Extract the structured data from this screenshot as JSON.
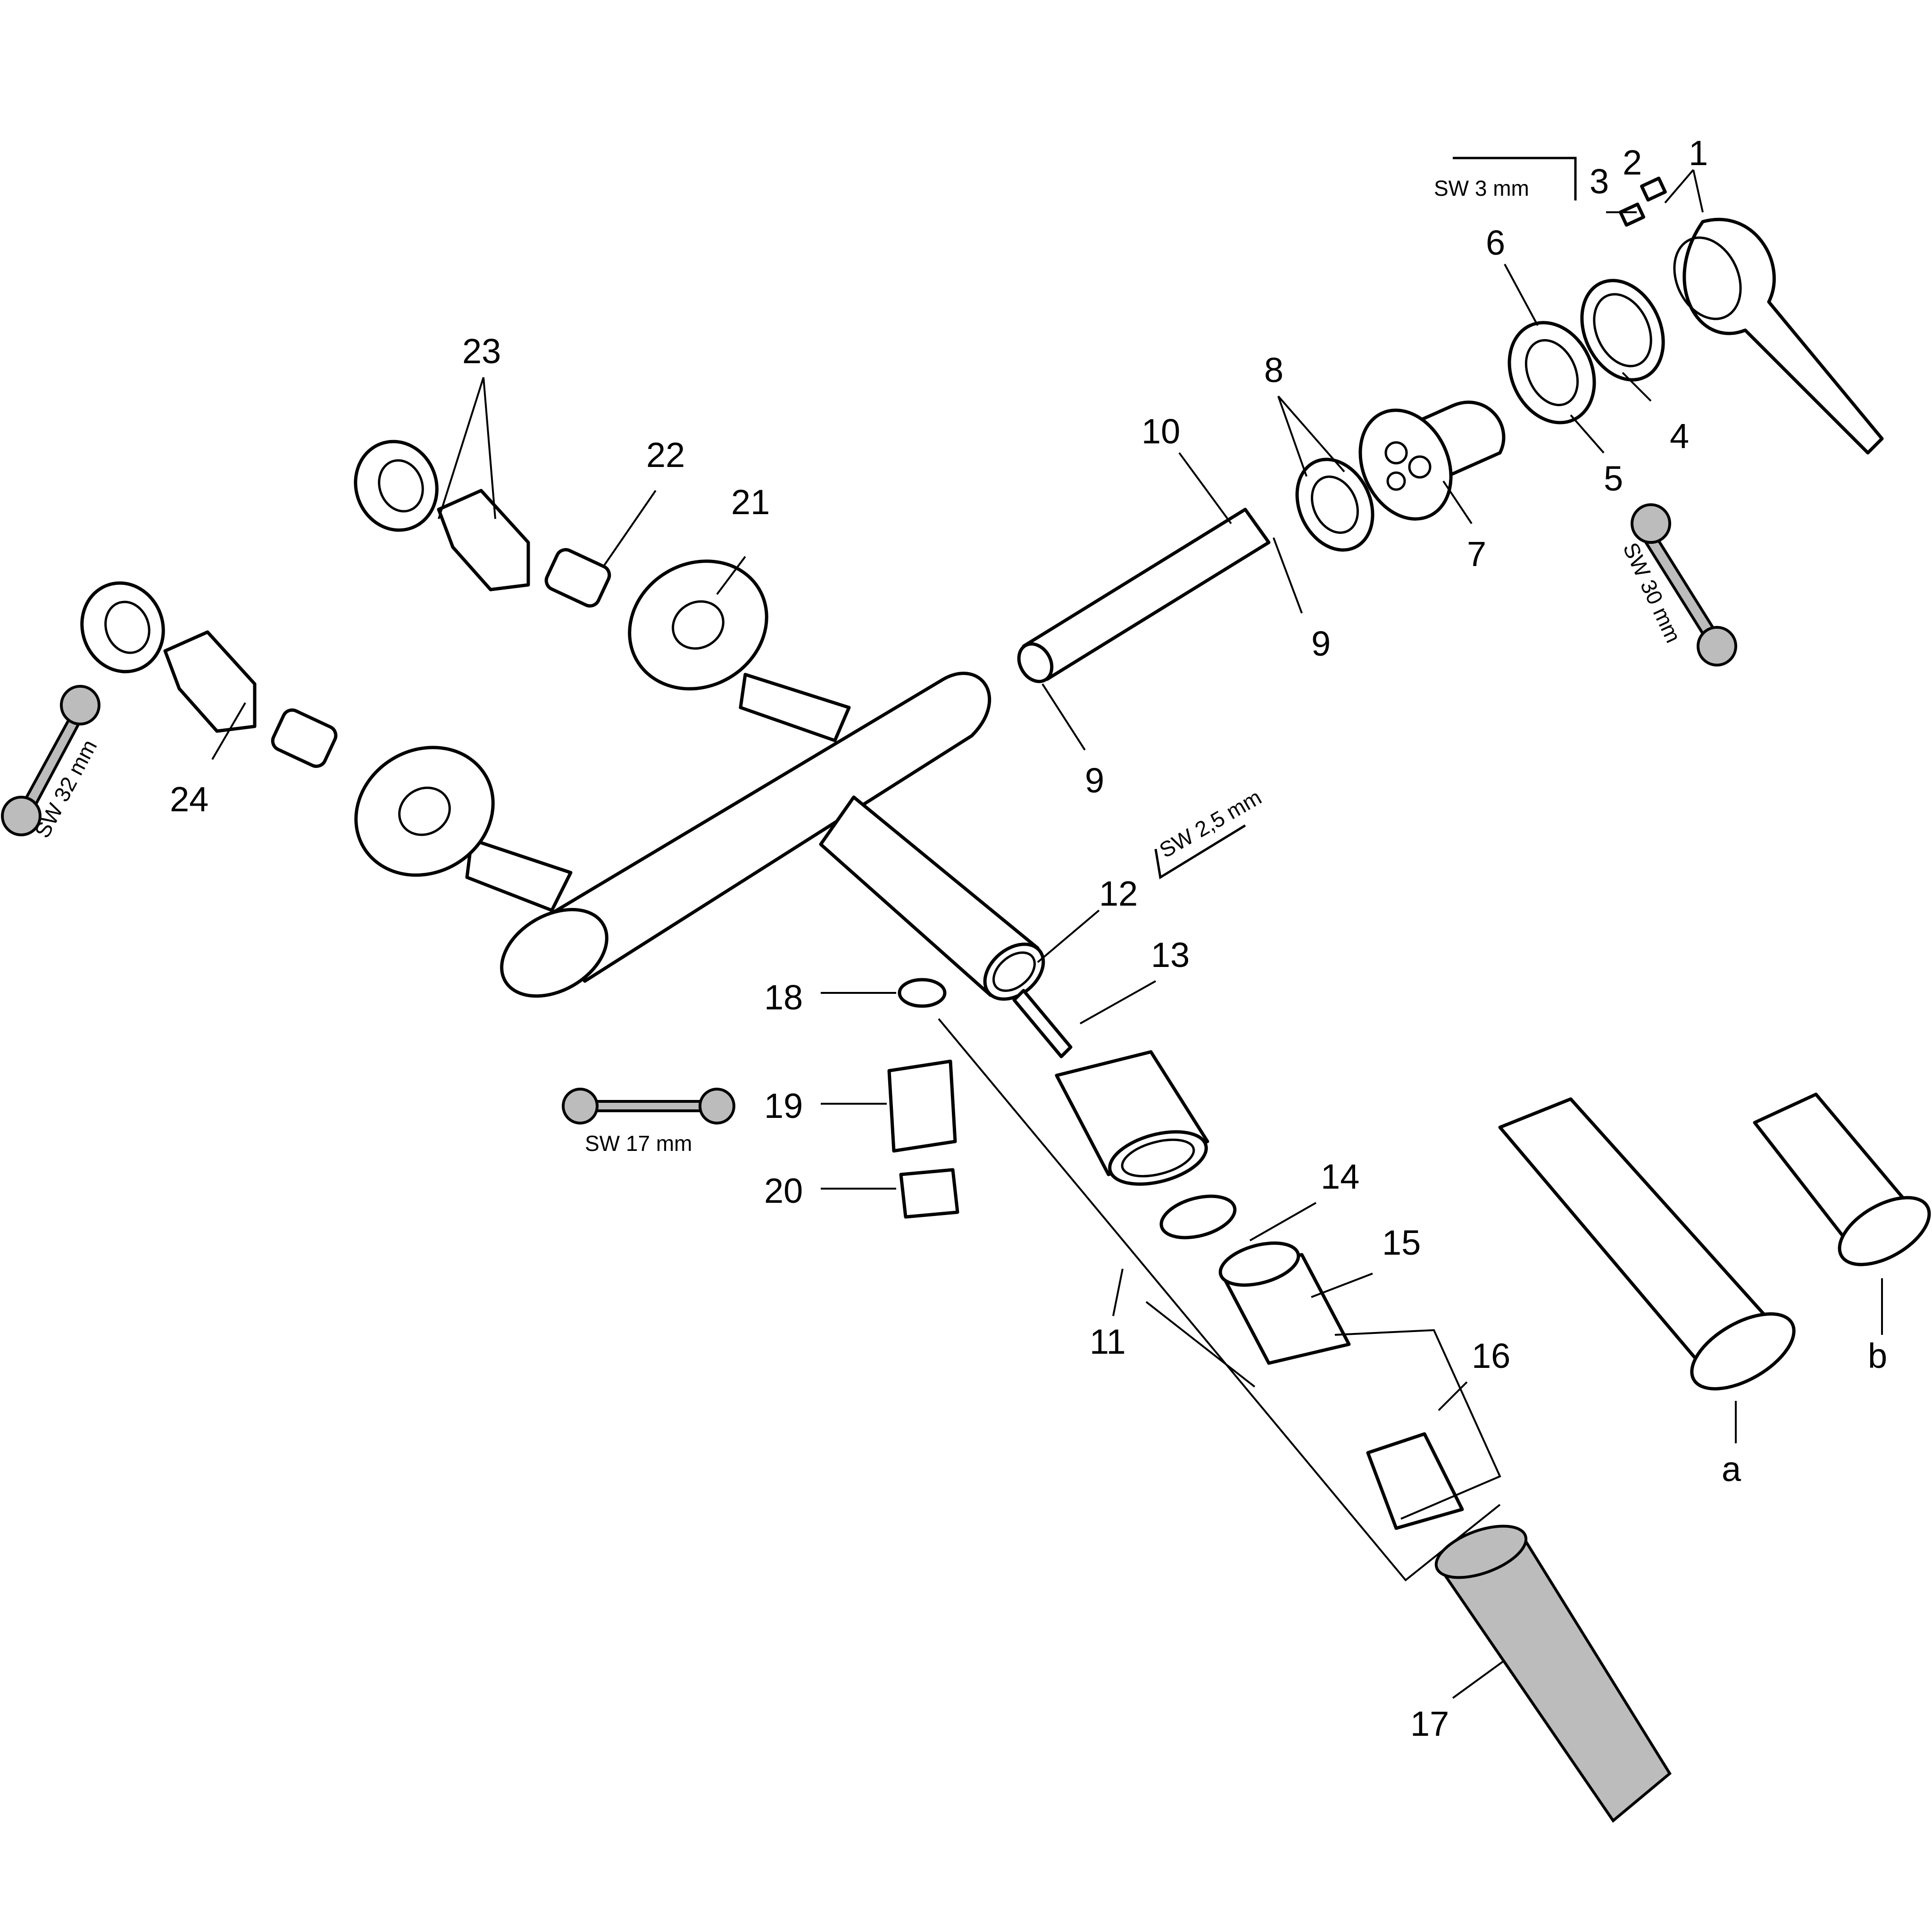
{
  "callouts": {
    "c1": "1",
    "c2": "2",
    "c3": "3",
    "c4": "4",
    "c5": "5",
    "c6": "6",
    "c7": "7",
    "c8": "8",
    "c9a": "9",
    "c9b": "9",
    "c10": "10",
    "c11": "11",
    "c12": "12",
    "c13": "13",
    "c14": "14",
    "c15": "15",
    "c16": "16",
    "c17": "17",
    "c18": "18",
    "c19": "19",
    "c20": "20",
    "c21": "21",
    "c22": "22",
    "c23": "23",
    "c24": "24",
    "ca": "a",
    "cb": "b"
  },
  "tools": {
    "sw3": "SW 3 mm",
    "sw30": "SW 30 mm",
    "sw32": "SW 32 mm",
    "sw25": "SW 2,5 mm",
    "sw17": "SW 17 mm"
  },
  "colors": {
    "line": "#000000",
    "tool_fill": "#bcbcbc",
    "background": "#ffffff"
  }
}
